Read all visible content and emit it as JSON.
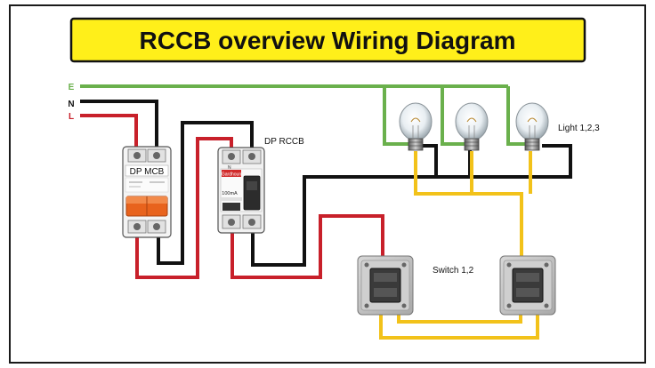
{
  "diagram": {
    "title": "RCCB overview Wiring Diagram",
    "line_labels": {
      "earth": "E",
      "neutral": "N",
      "live": "L"
    },
    "devices": {
      "mcb": {
        "label": "DP MCB"
      },
      "rccb": {
        "label": "DP RCCB",
        "brand": "Gardhoun",
        "rating": "100mA"
      },
      "lights": {
        "label": "Light 1,2,3"
      },
      "switches": {
        "label": "Switch 1,2"
      }
    },
    "colors": {
      "earth": "#6ab04c",
      "neutral": "#111111",
      "live": "#c8202a",
      "switched": "#f2c21a",
      "title_bg": "#ffef1a",
      "frame": "#1a1a1a"
    }
  }
}
